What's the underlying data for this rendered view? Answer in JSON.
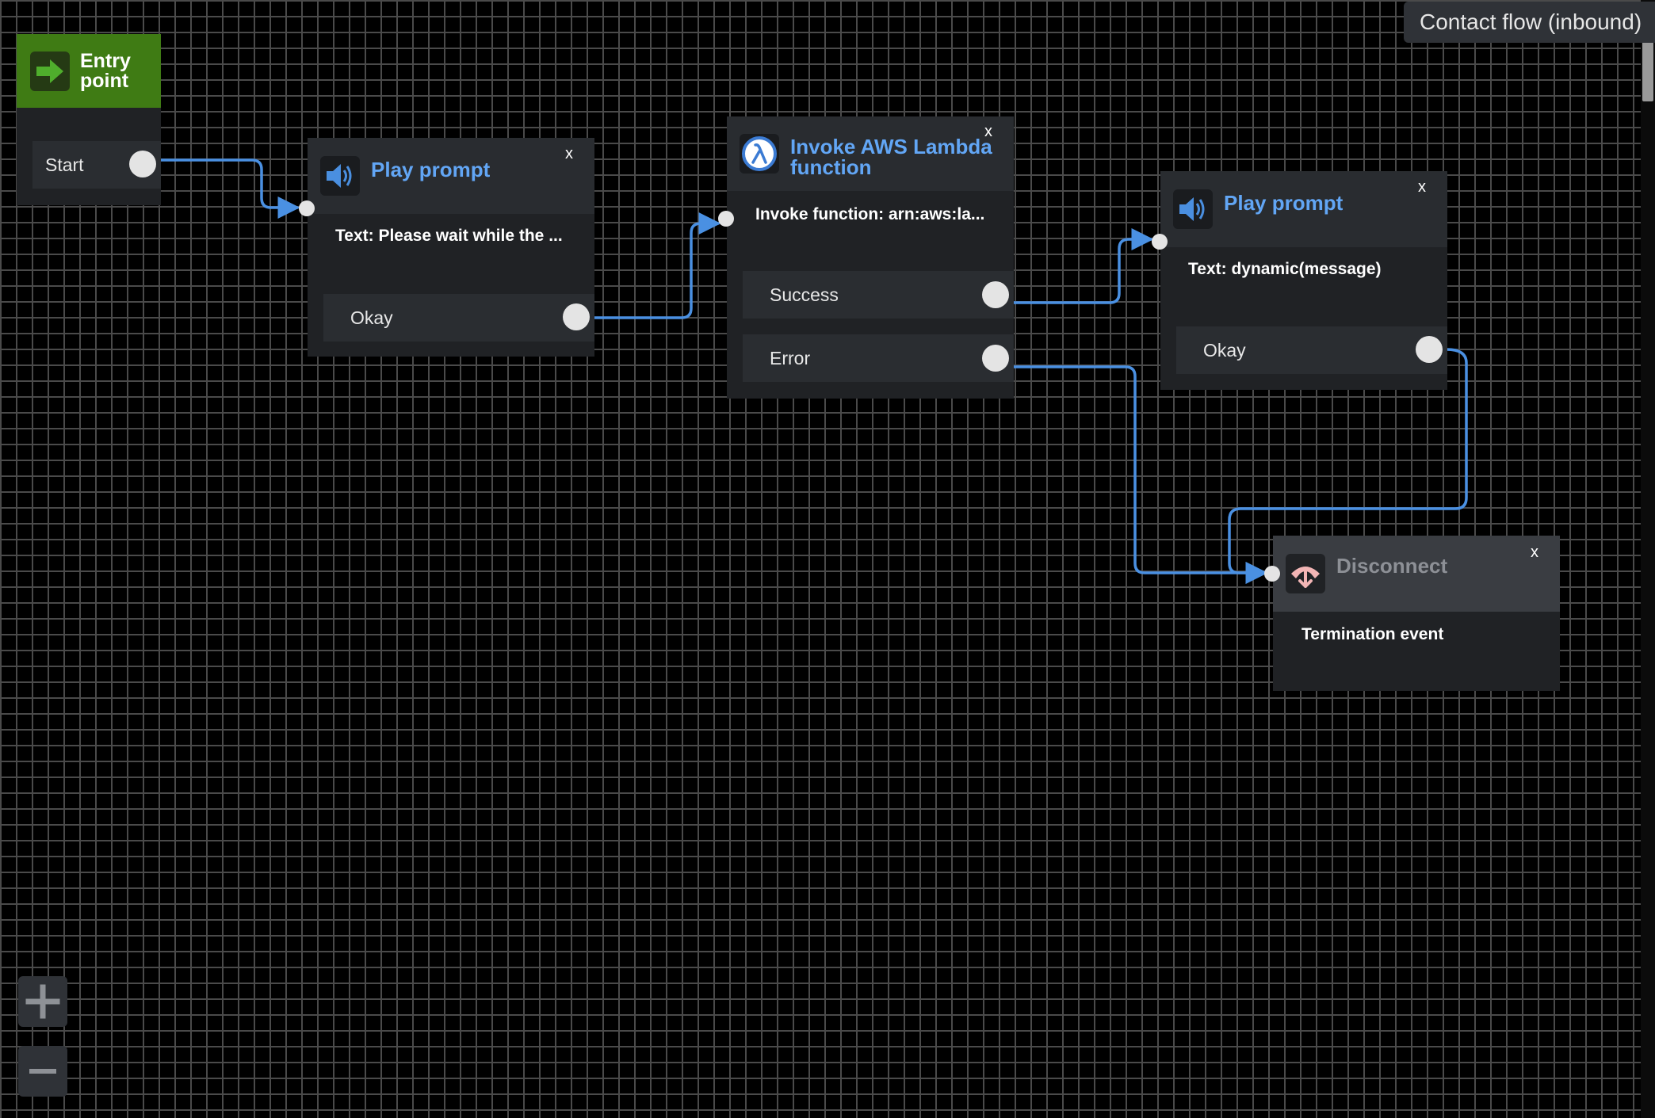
{
  "header": {
    "flow_type": "Contact flow (inbound)"
  },
  "entry_point": {
    "title": "Entry point",
    "branch": "Start"
  },
  "play_prompt_1": {
    "title": "Play prompt",
    "close": "x",
    "text": "Text: Please wait while the ...",
    "branch": "Okay"
  },
  "invoke_lambda": {
    "title": "Invoke AWS Lambda function",
    "close": "x",
    "text": "Invoke function: arn:aws:la...",
    "branch_success": "Success",
    "branch_error": "Error"
  },
  "play_prompt_2": {
    "title": "Play prompt",
    "close": "x",
    "text": "Text: dynamic(message)",
    "branch": "Okay"
  },
  "disconnect": {
    "title": "Disconnect",
    "close": "x",
    "text": "Termination event"
  },
  "icons": {
    "entry": "arrow-right-icon",
    "prompt": "speaker-icon",
    "lambda": "lambda-icon",
    "disconnect": "hang-up-phone-icon",
    "zoom_in": "plus-icon",
    "zoom_out": "minus-icon"
  },
  "colors": {
    "canvas": "#000000",
    "grid": "#4a4a4a",
    "block": "#202225",
    "entry_green": "#3f7b14",
    "title_blue": "#62a6f5",
    "connector": "#4a90e2",
    "port": "#e4e4e4"
  }
}
